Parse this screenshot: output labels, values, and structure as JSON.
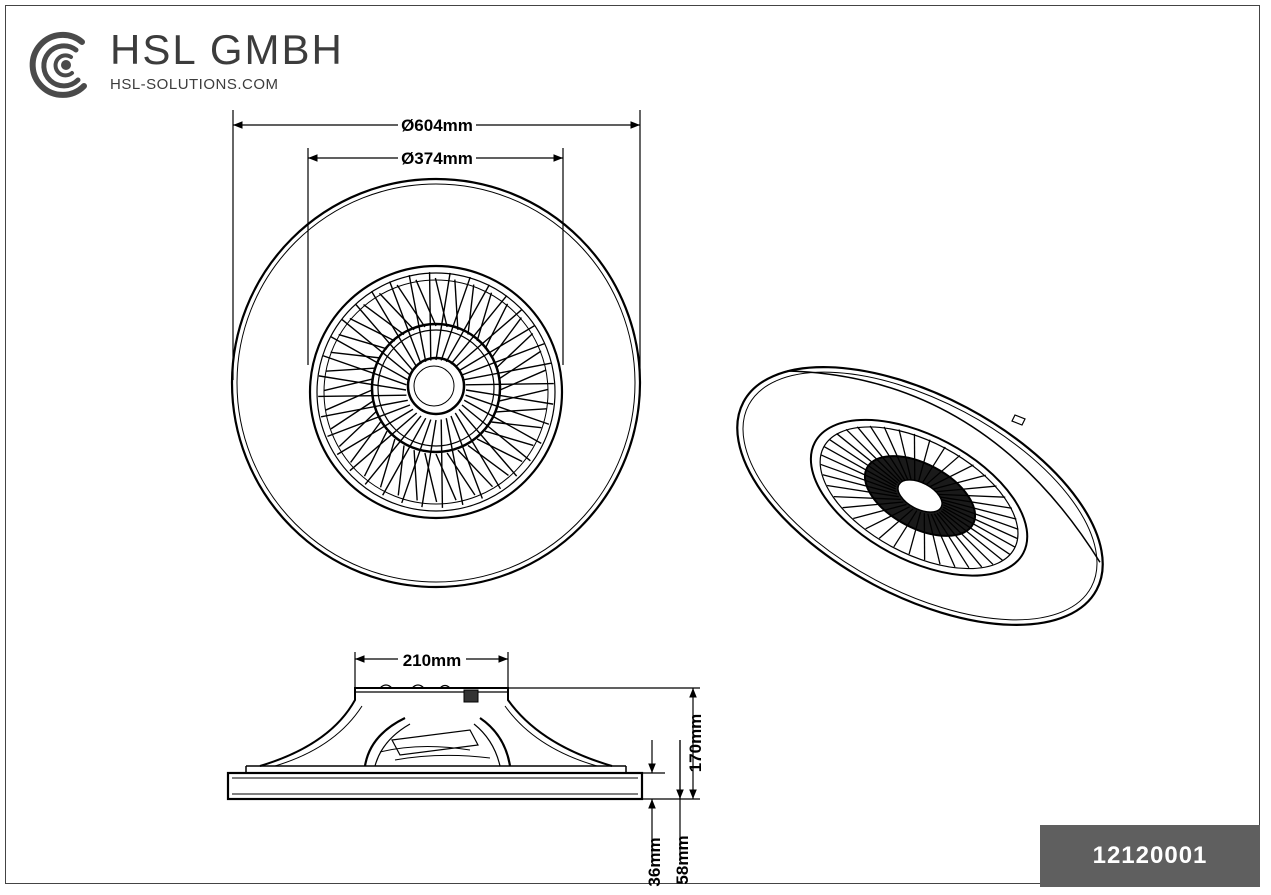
{
  "brand": {
    "name": "HSL GMBH",
    "url": "HSL-SOLUTIONS.COM"
  },
  "dimensions": {
    "outer_diameter": "Ø604mm",
    "inner_diameter": "Ø374mm",
    "side_width": "210mm",
    "total_height": "170mm",
    "body_height": "58mm",
    "ring_height": "36mm"
  },
  "article_number": "12120001",
  "colors": {
    "line": "#000000",
    "article_box": "#5f5f5f",
    "logo": "#3c3c3c"
  }
}
